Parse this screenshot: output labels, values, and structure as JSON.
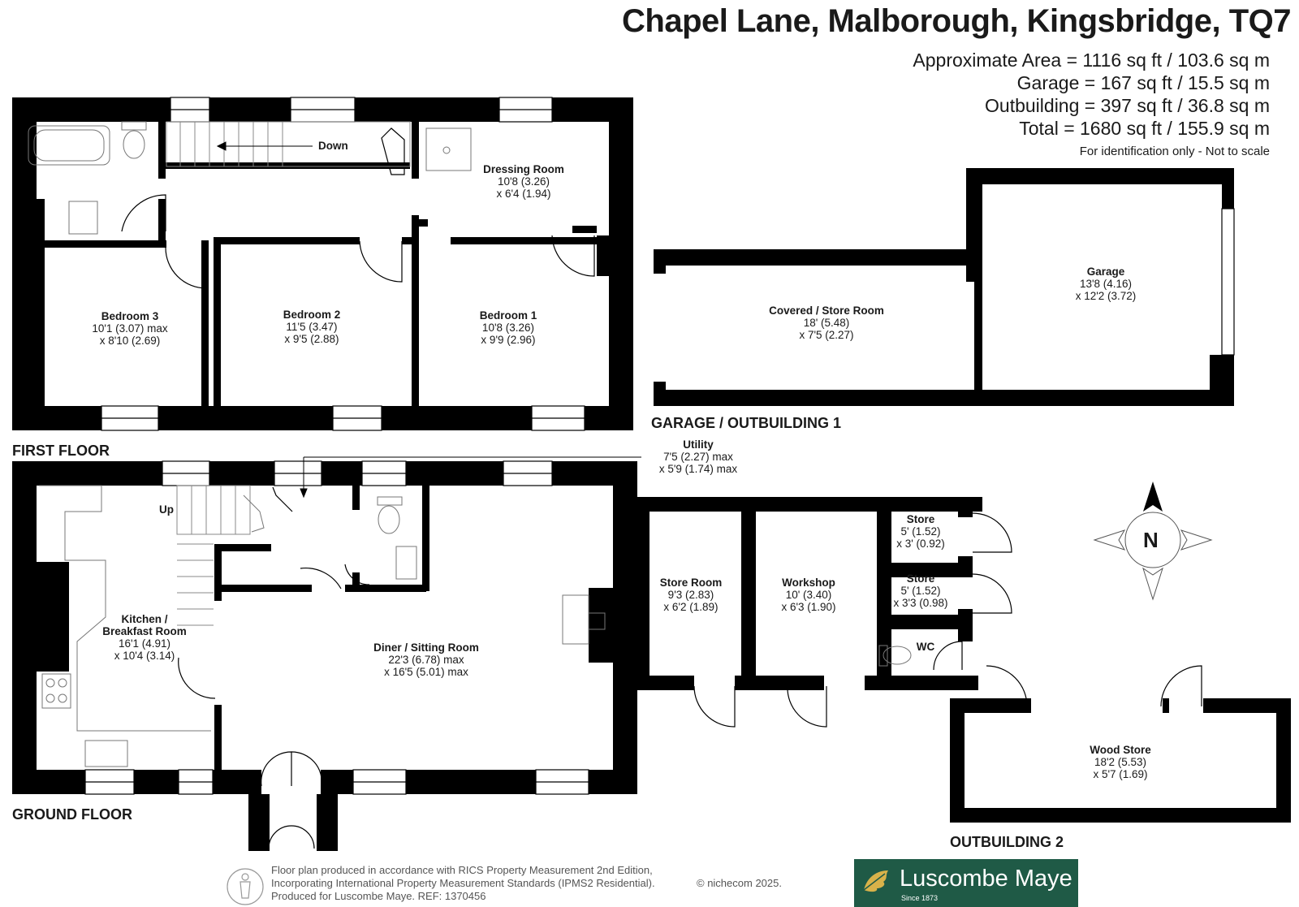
{
  "header": {
    "title": "Chapel Lane, Malborough, Kingsbridge, TQ7",
    "areas": [
      "Approximate Area = 1116 sq ft / 103.6 sq m",
      "Garage = 167 sq ft / 15.5 sq m",
      "Outbuilding = 397 sq ft / 36.8 sq m",
      "Total = 1680 sq ft / 155.9 sq m"
    ],
    "note": "For identification only - Not to scale"
  },
  "floors": {
    "first": "FIRST FLOOR",
    "ground": "GROUND FLOOR",
    "garage": "GARAGE / OUTBUILDING 1",
    "outbuilding2": "OUTBUILDING 2"
  },
  "labels": {
    "down": "Down",
    "up": "Up",
    "north": "N"
  },
  "rooms": {
    "dressing": {
      "name": "Dressing Room",
      "dim1": "10'8 (3.26)",
      "dim2": "x 6'4 (1.94)"
    },
    "bedroom3": {
      "name": "Bedroom 3",
      "dim1": "10'1 (3.07) max",
      "dim2": "x 8'10 (2.69)"
    },
    "bedroom2": {
      "name": "Bedroom 2",
      "dim1": "11'5 (3.47)",
      "dim2": "x 9'5 (2.88)"
    },
    "bedroom1": {
      "name": "Bedroom 1",
      "dim1": "10'8 (3.26)",
      "dim2": "x 9'9 (2.96)"
    },
    "covered": {
      "name": "Covered / Store Room",
      "dim1": "18' (5.48)",
      "dim2": "x 7'5 (2.27)"
    },
    "garage": {
      "name": "Garage",
      "dim1": "13'8 (4.16)",
      "dim2": "x 12'2 (3.72)"
    },
    "utility": {
      "name": "Utility",
      "dim1": "7'5 (2.27) max",
      "dim2": "x 5'9 (1.74) max"
    },
    "kitchen": {
      "name1": "Kitchen /",
      "name2": "Breakfast Room",
      "dim1": "16'1 (4.91)",
      "dim2": "x 10'4 (3.14)"
    },
    "diner": {
      "name": "Diner / Sitting Room",
      "dim1": "22'3 (6.78) max",
      "dim2": "x 16'5 (5.01) max"
    },
    "storeroom": {
      "name": "Store Room",
      "dim1": "9'3 (2.83)",
      "dim2": "x 6'2 (1.89)"
    },
    "workshop": {
      "name": "Workshop",
      "dim1": "10' (3.40)",
      "dim2": "x 6'3 (1.90)"
    },
    "store1": {
      "name": "Store",
      "dim1": "5' (1.52)",
      "dim2": "x 3' (0.92)"
    },
    "store2": {
      "name": "Store",
      "dim1": "5' (1.52)",
      "dim2": "x 3'3 (0.98)"
    },
    "wc": {
      "name": "WC"
    },
    "woodstore": {
      "name": "Wood Store",
      "dim1": "18'2 (5.53)",
      "dim2": "x 5'7 (1.69)"
    }
  },
  "footer": {
    "line1": "Floor plan produced in accordance with RICS Property Measurement 2nd Edition,",
    "line2": "Incorporating International Property Measurement Standards (IPMS2 Residential).",
    "line3": "Produced for Luscombe Maye.   REF: 1370456",
    "copyright": "© nichecom 2025."
  },
  "logo": {
    "name": "Luscombe Maye",
    "since": "Since 1873",
    "color": "#1f5a46"
  },
  "colors": {
    "wall": "#000000",
    "fixture": "#888888"
  }
}
